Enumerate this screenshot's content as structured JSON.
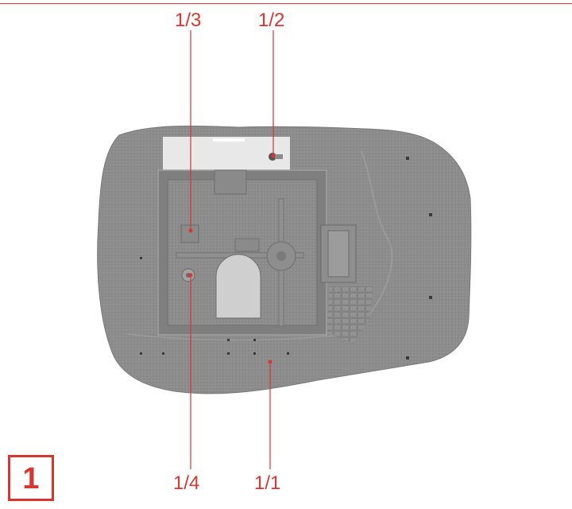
{
  "callouts": {
    "part_1_3": "1/3",
    "part_1_2": "1/2",
    "part_1_4": "1/4",
    "part_1_1": "1/1"
  },
  "step": {
    "number": "1"
  },
  "colors": {
    "accent": "#d9362f",
    "part": "#8c8c8c"
  }
}
